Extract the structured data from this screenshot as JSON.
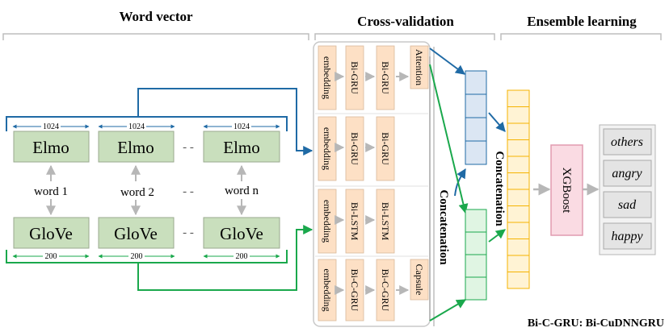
{
  "sections": {
    "word_vector": "Word vector",
    "cross_validation": "Cross-validation",
    "ensemble_learning": "Ensemble learning"
  },
  "word_vectors": {
    "top_label": "Elmo",
    "bottom_label": "GloVe",
    "words": [
      "word 1",
      "word 2",
      "word n"
    ],
    "elmo_dim": "1024",
    "glove_dim": "200",
    "ellipsis": "- -"
  },
  "cross_validation": {
    "columns": [
      [
        "embedding",
        "Bi-GRU",
        "Bi-GRU",
        "Attention"
      ],
      [
        "embedding",
        "Bi-GRU",
        "Bi-GRU"
      ],
      [
        "embedding",
        "Bi-LSTM",
        "Bi-LSTM"
      ],
      [
        "embedding",
        "Bi-C-GRU",
        "Bi-C-GRU",
        "Capsule"
      ]
    ],
    "concat_label": "Concatenation"
  },
  "ensemble": {
    "concat_label": "Concatenation",
    "model": "XGBoost",
    "classes": [
      "others",
      "angry",
      "sad",
      "happy"
    ]
  },
  "footnote": "Bi-C-GRU: Bi-CuDNNGRU",
  "colors": {
    "module_fill": "#c9dfbd",
    "module_stroke": "#9aaa8f",
    "layer_fill": "#fde0c5",
    "blue_arrow": "#1f6aa5",
    "green_arrow": "#1aa84c",
    "blue_cells": "#dbe6f3",
    "green_cells": "#e0f5e3",
    "orange_cells": "#fff3d4",
    "orange_stroke": "#f5b300",
    "xgb_fill": "#fadbe3",
    "xgb_stroke": "#e19bb0",
    "class_fill": "#e4e4e4",
    "gray_arrow": "#b7b7b7"
  }
}
